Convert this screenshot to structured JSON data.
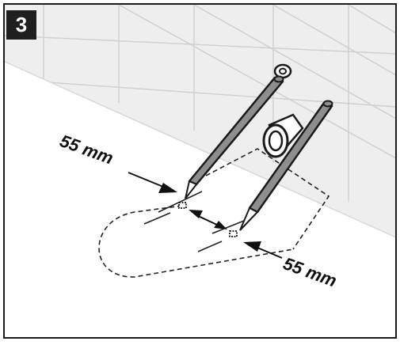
{
  "step": {
    "number": "3"
  },
  "measurements": {
    "upper_label": "55 mm",
    "lower_label": "55 mm"
  },
  "colors": {
    "wall_tile": "#eeeeee",
    "tile_grout": "#d0d0d0",
    "floor": "#ffffff",
    "pencil": "#8e8e8e",
    "outline": "#1a1a1a",
    "badge": "#1f1f1f"
  },
  "icons": [
    "pencil-icon",
    "arrow-icon",
    "wall-flange-icon",
    "drain-pipe-icon"
  ]
}
